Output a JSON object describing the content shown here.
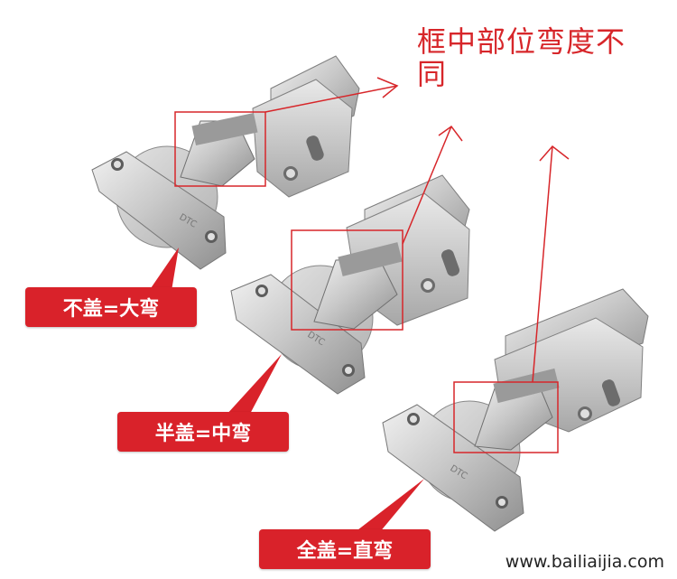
{
  "annotation": {
    "note": "框中部位弯度不同",
    "color": "#d7262a"
  },
  "labels": {
    "full_overlay": "不盖=大弯",
    "half_overlay": "半盖=中弯",
    "inset": "全盖=直弯"
  },
  "hinge_brand_text": "DTC",
  "watermark": "www.bailiaijia.com"
}
